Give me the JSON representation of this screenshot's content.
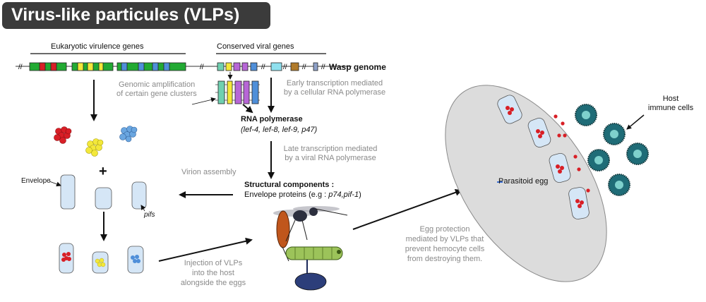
{
  "title": "Virus-like particules (VLPs)",
  "labels": {
    "eukaryotic_genes": "Eukaryotic virulence genes",
    "conserved_genes": "Conserved viral genes",
    "wasp_genome": "Wasp genome",
    "genomic_amplification_line1": "Genomic amplification",
    "genomic_amplification_line2": "of certain gene clusters",
    "early_transcription_line1": "Early transcription mediated",
    "early_transcription_line2": "by a cellular RNA polymerase",
    "rna_polymerase": "RNA polymerase",
    "rna_polymerase_genes": "(lef-4, lef-8, lef-9, p47)",
    "late_transcription_line1": "Late transcription mediated",
    "late_transcription_line2": "by a viral RNA polymerase",
    "virion_assembly": "Virion assembly",
    "structural_components": "Structural components :",
    "envelope_proteins_prefix": "Envelope proteins (e.g : ",
    "envelope_proteins_genes": "p74,pif-1",
    "envelope_proteins_suffix": ")",
    "envelope": "Envelope",
    "plus_sign": "+",
    "pifs": "pifs",
    "injection_line1": "Injection of VLPs",
    "injection_line2": "into the host",
    "injection_line3": "alongside the eggs",
    "egg_protection_line1": "Egg protection",
    "egg_protection_line2": "mediated by VLPs that",
    "egg_protection_line3": "prevent hemocyte cells",
    "egg_protection_line4": "from destroying them.",
    "parasitoid_egg": "Parasitoid egg",
    "host_immune_line1": "Host",
    "host_immune_line2": "immune cells"
  },
  "colors": {
    "title_bg": "#3b3b3b",
    "gene_green": "#22aa33",
    "gene_red": "#d81f26",
    "gene_yellow": "#f3e83a",
    "gene_blue": "#4f8fd9",
    "gene_purple": "#b766d6",
    "gene_teal": "#6fd0b0",
    "gene_cyan": "#8fe0ee",
    "gene_brown": "#b07a2a",
    "vlp_fill": "#d5e6f6",
    "egg_fill": "#dcdcdc",
    "immune_cell": "#1f6c77",
    "grey_text": "#8a8a8a"
  }
}
